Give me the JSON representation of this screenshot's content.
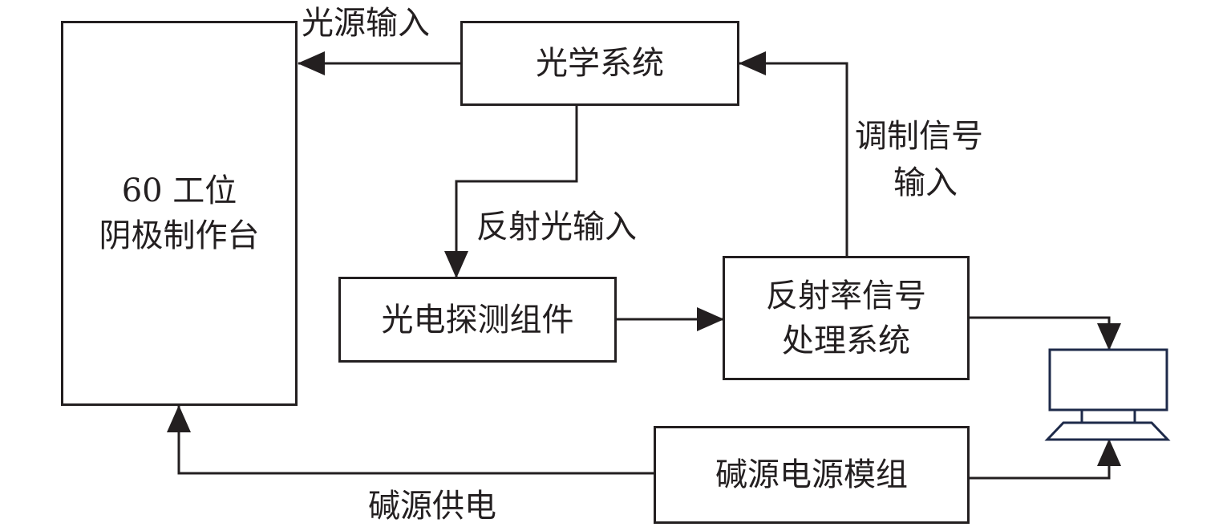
{
  "boxes": {
    "station": {
      "line1": "60 工位",
      "line2": "阴极制作台"
    },
    "optics": {
      "text": "光学系统"
    },
    "detector": {
      "text": "光电探测组件"
    },
    "processor": {
      "line1": "反射率信号",
      "line2": "处理系统"
    },
    "alkali": {
      "text": "碱源电源模组"
    }
  },
  "edge_labels": {
    "light_input": "光源输入",
    "reflected_input": "反射光输入",
    "modulation_line1": "调制信号",
    "modulation_line2": "输入",
    "alkali_supply": "碱源供电"
  },
  "icons": {
    "computer": "computer-icon"
  }
}
